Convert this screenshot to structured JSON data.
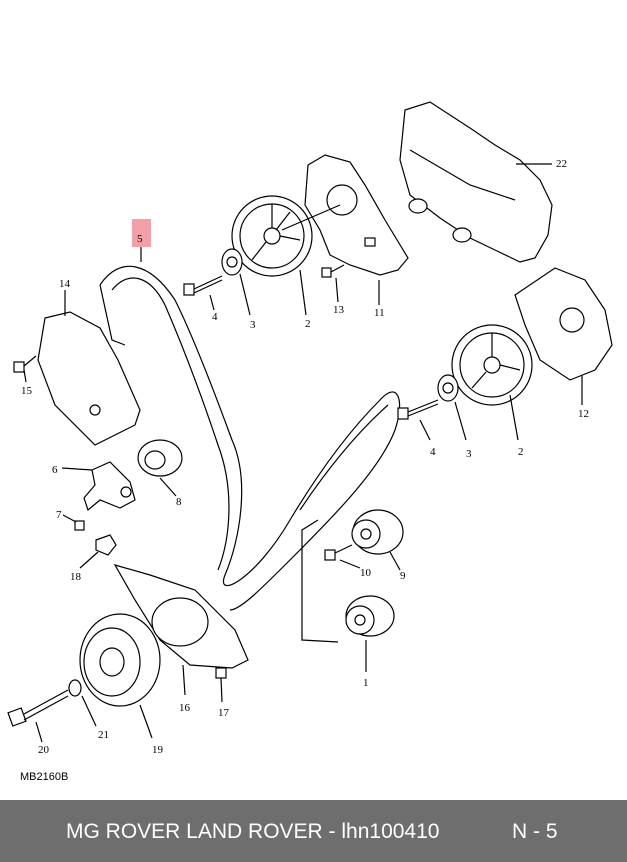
{
  "diagram": {
    "highlight_color": "#f0a0a6",
    "figure_code": "MB2160B",
    "callouts": [
      "5",
      "22",
      "4",
      "3",
      "2",
      "13",
      "11",
      "14",
      "15",
      "12",
      "4",
      "3",
      "2",
      "6",
      "8",
      "7",
      "18",
      "10",
      "9",
      "1",
      "16",
      "17",
      "21",
      "20",
      "19"
    ]
  },
  "footer": {
    "title": "MG ROVER LAND ROVER - lhn100410",
    "page": "N - 5",
    "background": "#6e6e6e"
  }
}
